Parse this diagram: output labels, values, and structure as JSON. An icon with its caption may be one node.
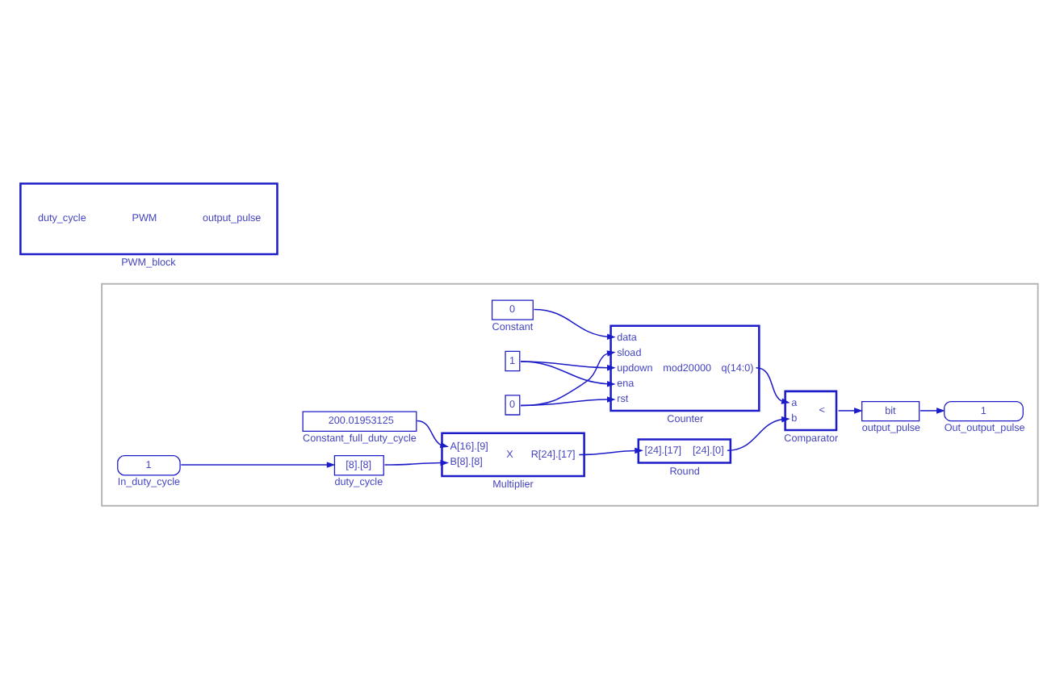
{
  "diagram": {
    "nodes": [
      {
        "text": [
          "duty_cycle",
          "PWM",
          "output_pulse"
        ],
        "beside": [
          "PWM_block"
        ]
      },
      {
        "text": [],
        "shape": "box"
      },
      {
        "text": [
          "0"
        ],
        "beside": [
          "Constant"
        ],
        "in": 1
      },
      {
        "text": [
          "1"
        ],
        "in": 1
      },
      {
        "text": [
          "0"
        ],
        "in": 1
      },
      {
        "text": [
          "data",
          "sload",
          "updown",
          "ena",
          "rst",
          "mod20000",
          "q(14:0)"
        ],
        "beside": [
          "Counter"
        ],
        "in": 1
      },
      {
        "text": [
          "a",
          "b",
          "<"
        ],
        "beside": [
          "Comparator"
        ],
        "in": 1
      },
      {
        "text": [
          "bit"
        ],
        "beside": [
          "output_pulse"
        ],
        "in": 1
      },
      {
        "text": [
          "1"
        ],
        "beside": [
          "Out_output_pulse"
        ],
        "in": 1
      },
      {
        "text": [
          "200.01953125"
        ],
        "beside": [
          "Constant_full_duty_cycle"
        ],
        "in": 1
      },
      {
        "text": [
          "A[16].[9]",
          "B[8].[8]",
          "X",
          "R[24].[17]"
        ],
        "beside": [
          "Multiplier"
        ],
        "in": 1
      },
      {
        "text": [
          "[24].[17]",
          "[24].[0]"
        ],
        "beside": [
          "Round"
        ],
        "in": 1
      },
      {
        "text": [
          "1"
        ],
        "beside": [
          "In_duty_cycle"
        ],
        "in": 1
      },
      {
        "text": [
          "[8].[8]"
        ],
        "beside": [
          "duty_cycle"
        ],
        "in": 1
      }
    ],
    "edges": [
      {
        "from": 2,
        "to": 5,
        "arrow": "to"
      },
      {
        "from": 3,
        "to": 5,
        "arrow": "to"
      },
      {
        "from": 3,
        "to": 5,
        "arrow": "to"
      },
      {
        "from": 4,
        "to": 5,
        "arrow": "to"
      },
      {
        "from": 4,
        "to": 5,
        "arrow": "to"
      },
      {
        "from": 5,
        "to": 6,
        "arrow": "to"
      },
      {
        "from": 11,
        "to": 6,
        "arrow": "to"
      },
      {
        "from": 6,
        "to": 7,
        "arrow": "to"
      },
      {
        "from": 7,
        "to": 8,
        "arrow": "to"
      },
      {
        "from": 9,
        "to": 10,
        "arrow": "to"
      },
      {
        "from": 12,
        "to": 13,
        "arrow": "to"
      },
      {
        "from": 13,
        "to": 10,
        "arrow": "to"
      },
      {
        "from": 10,
        "to": 11,
        "arrow": "to"
      }
    ]
  }
}
